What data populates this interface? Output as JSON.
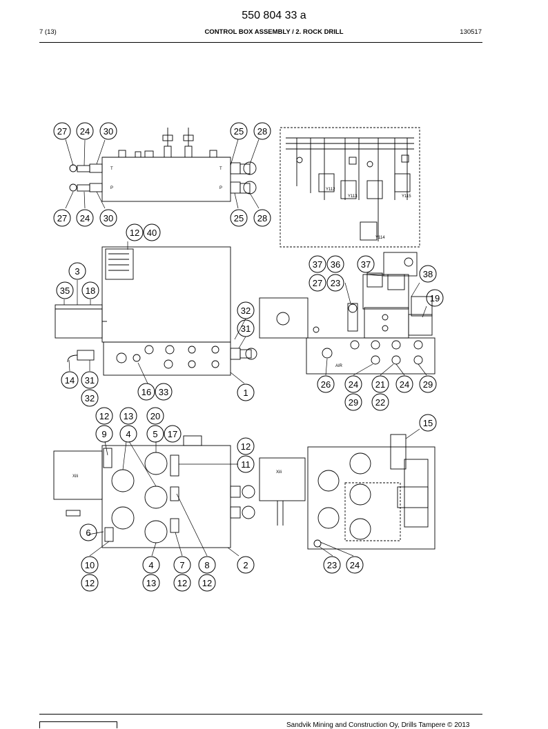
{
  "header": {
    "doc_number": "550 804 33 a",
    "page_label": "7 (13)",
    "title": "CONTROL BOX ASSEMBLY / 2. ROCK DRILL",
    "date_code": "130517"
  },
  "footer": {
    "copyright": "Sandvik Mining and Construction Oy, Drills Tampere © 2013"
  },
  "drawing_labels": {
    "box_marking_1": "Xili",
    "box_marking_2": "Xili",
    "valve_y112": "Y112",
    "valve_y113": "Y113",
    "valve_y114": "Y114",
    "valve_y115": "Y115",
    "port_air": "AIR"
  },
  "callouts": {
    "top_left_upper": [
      "27",
      "24",
      "30"
    ],
    "top_right_upper": [
      "25",
      "28"
    ],
    "top_left_lower": [
      "27",
      "24",
      "30"
    ],
    "top_right_lower": [
      "25",
      "28"
    ],
    "mid_left": {
      "plate": [
        "12",
        "40"
      ],
      "cover": "3",
      "cover_parts": [
        "35",
        "18"
      ],
      "right_fittings": [
        "32",
        "31"
      ],
      "bottom_fittings": [
        "14",
        "31",
        "32"
      ],
      "plug": [
        "16",
        "33"
      ],
      "box": "1"
    },
    "mid_right": {
      "top": [
        "37",
        "36",
        "37"
      ],
      "mid": [
        "27",
        "23"
      ],
      "right": [
        "38",
        "19"
      ],
      "bottom_row1": [
        "26",
        "24",
        "21",
        "24",
        "29"
      ],
      "bottom_row2": [
        "29",
        "22"
      ]
    },
    "bottom_left": {
      "top": [
        "12",
        "13",
        "20",
        "9",
        "4",
        "5",
        "17"
      ],
      "right": [
        "12",
        "11"
      ],
      "left": "6",
      "bottom_row1": [
        "10",
        "4",
        "7",
        "8",
        "2"
      ],
      "bottom_row2": [
        "12",
        "13",
        "12",
        "12"
      ]
    },
    "bottom_right": {
      "top": "15",
      "bottom": [
        "23",
        "24"
      ]
    }
  }
}
